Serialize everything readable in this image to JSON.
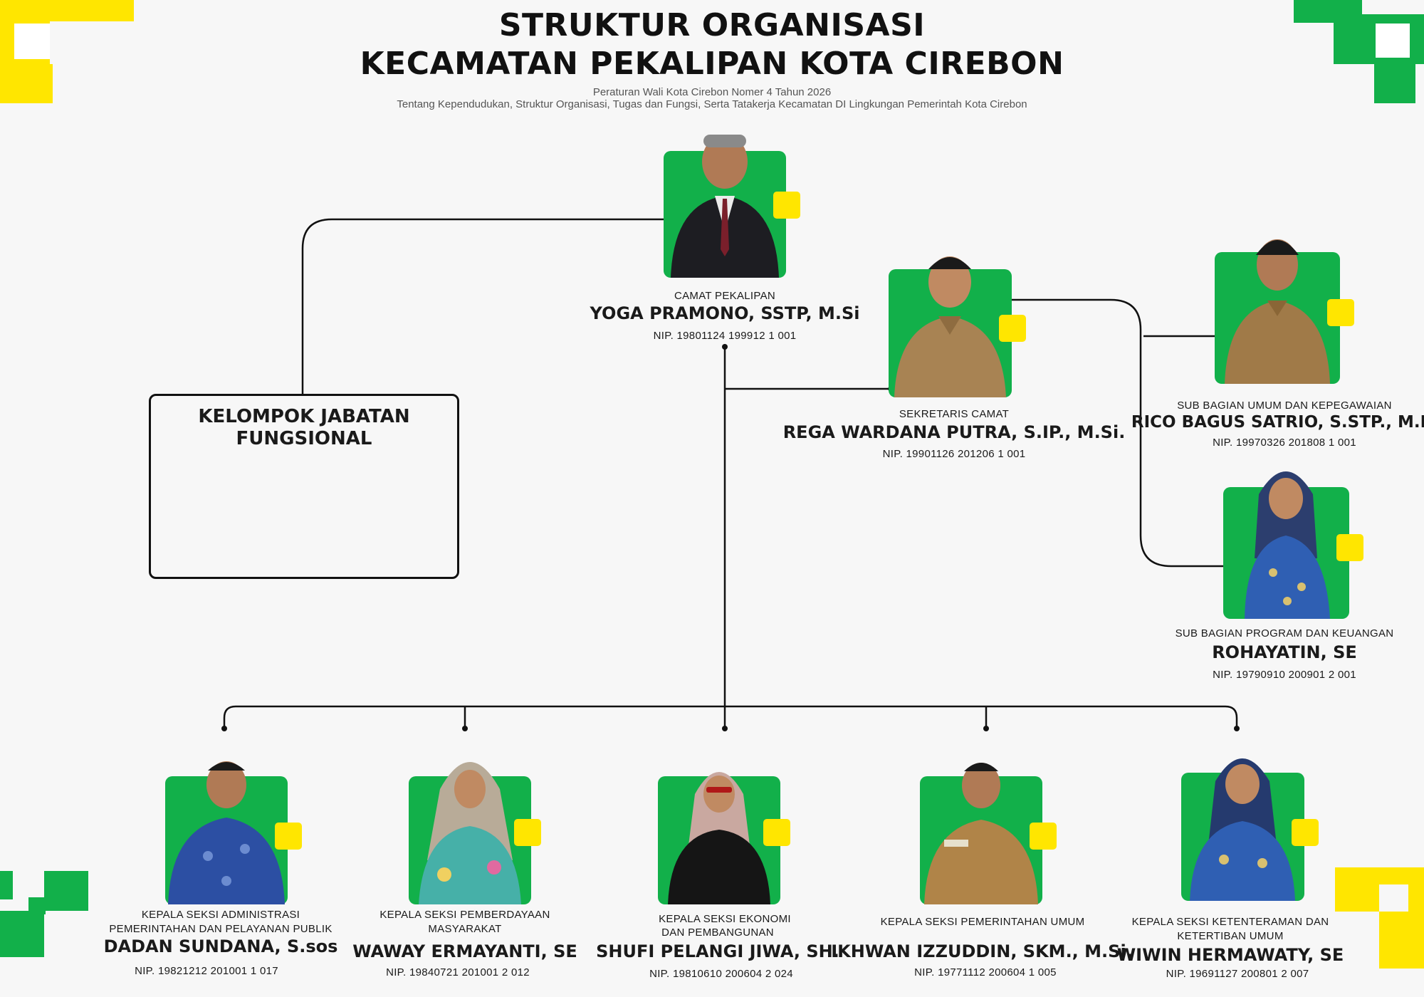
{
  "header": {
    "title_line1": "STRUKTUR ORGANISASI",
    "title_line2": "KECAMATAN PEKALIPAN KOTA CIREBON",
    "subtitle_line1": "Peraturan Wali Kota Cirebon  Nomer 4 Tahun 2026",
    "subtitle_line2": "Tentang Kependudukan, Struktur Organisasi, Tugas dan Fungsi, Serta Tatakerja Kecamatan DI Lingkungan Pemerintah Kota Cirebon"
  },
  "fungsional": {
    "line1": "KELOMPOK JABATAN",
    "line2": "FUNGSIONAL"
  },
  "camat": {
    "role": "CAMAT PEKALIPAN",
    "name": "YOGA PRAMONO, SSTP, M.Si",
    "nip": "NIP. 19801124 199912 1 001"
  },
  "sekretaris": {
    "role": "SEKRETARIS CAMAT",
    "name": "REGA WARDANA PUTRA, S.IP., M.Si.",
    "nip": "NIP. 19901126 201206 1 001"
  },
  "subbag_umum": {
    "role": "SUB BAGIAN UMUM DAN KEPEGAWAIAN",
    "name": "RICO BAGUS SATRIO, S.STP., M.E.",
    "nip": "NIP. 19970326 201808 1 001"
  },
  "subbag_program": {
    "role": "SUB BAGIAN PROGRAM DAN KEUANGAN",
    "name": "ROHAYATIN, SE",
    "nip": "NIP. 19790910 200901 2 001"
  },
  "seksi": [
    {
      "role_line1": "KEPALA SEKSI ADMINISTRASI",
      "role_line2": "PEMERINTAHAN DAN PELAYANAN PUBLIK",
      "name": "DADAN SUNDANA, S.sos",
      "nip": "NIP. 19821212 201001 1 017"
    },
    {
      "role_line1": "KEPALA SEKSI PEMBERDAYAAN",
      "role_line2": "MASYARAKAT",
      "name": "WAWAY ERMAYANTI, SE",
      "nip": "NIP. 19840721 201001 2 012"
    },
    {
      "role_line1": "KEPALA SEKSI EKONOMI",
      "role_line2": "DAN PEMBANGUNAN",
      "name": "SHUFI PELANGI JIWA, SH.",
      "nip": "NIP. 19810610 200604 2 024"
    },
    {
      "role_line1": "KEPALA SEKSI PEMERINTAHAN UMUM",
      "role_line2": "",
      "name": "IKHWAN IZZUDDIN, SKM., M.Si.",
      "nip": "NIP. 19771112 200604 1 005"
    },
    {
      "role_line1": "KEPALA SEKSI KETENTERAMAN DAN",
      "role_line2": "KETERTIBAN UMUM",
      "name": "WIWIN HERMAWATY, SE",
      "nip": "NIP. 19691127 200801 2 007"
    }
  ],
  "colors": {
    "green": "#12b04a",
    "yellow": "#ffe600",
    "line": "#111111"
  }
}
